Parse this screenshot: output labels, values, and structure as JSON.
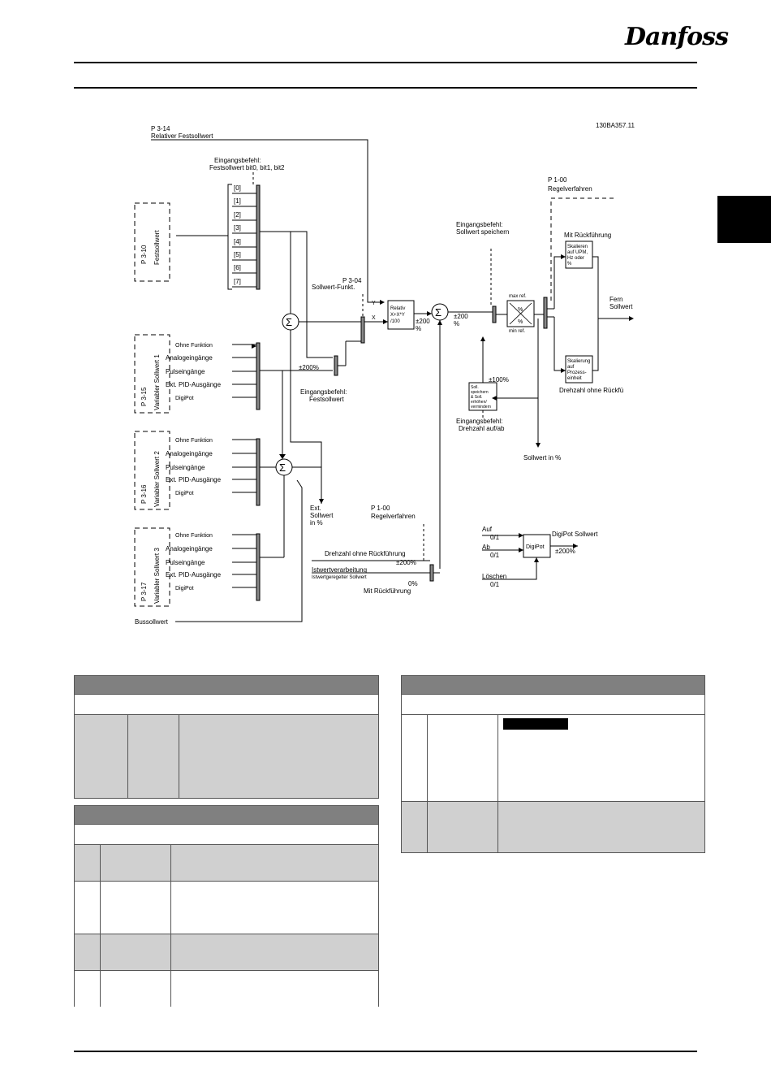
{
  "header": {
    "brand": "Danfoss"
  },
  "diagram": {
    "figure_id": "130BA357.11",
    "p314": {
      "param": "P 3-14",
      "label": "Relativer Festsollwert"
    },
    "preset_cmd": {
      "title": "Eingangsbefehl:",
      "label": "Festsollwert bit0, bit1, bit2"
    },
    "preset_slots": [
      "[0]",
      "[1]",
      "[2]",
      "[3]",
      "[4]",
      "[5]",
      "[6]",
      "[7]"
    ],
    "p310": {
      "param": "P 3-10",
      "label": "Festsollwert"
    },
    "p304": {
      "param": "P 3-04",
      "label": "Sollwert-Funkt."
    },
    "relative_block": [
      "Relativ",
      "X+X*Y",
      "/100"
    ],
    "xy": {
      "y": "Y",
      "x": "X"
    },
    "pct200": "±200",
    "pct_sign": "%",
    "pct200_full": "±200%",
    "preset_in": {
      "title": "Eingangsbefehl:",
      "label": "Festsollwert"
    },
    "freeze_ref": {
      "title": "Eingangsbefehl:",
      "label": "Sollwert speichern"
    },
    "maxref": "max ref.",
    "minref": "min ref.",
    "p100_top": {
      "param": "P 1-00",
      "label": "Regelverfahren"
    },
    "mit_rueck": "Mit Rückführung",
    "scale_upm": [
      "Skalieren",
      "auf UPM,",
      "Hz oder",
      "%"
    ],
    "scale_proc": [
      "Skalierung",
      "auf",
      "Prozess-",
      "einheit"
    ],
    "fern": [
      "Fern",
      "Sollwert"
    ],
    "ohne_rueck": "Drehzahl ohne Rückfü",
    "pct100": "±100%",
    "freeze_block": [
      "Soll.",
      "speichern",
      "& Soll.",
      "erhöhen/",
      "vermindern"
    ],
    "speed_cmd": {
      "title": "Eingangsbefehl:",
      "label": "Drehzahl auf/ab"
    },
    "sollwert_pct": "Sollwert in %",
    "var_sources": [
      "Ohne Funktion",
      "Analogeingänge",
      "Pulseingänge",
      "Ext. PID-Ausgänge",
      "DigiPot"
    ],
    "p315": {
      "param": "P 3-15",
      "label": "Variabler Sollwert 1"
    },
    "p316": {
      "param": "P 3-16",
      "label": "Variabler Sollwert 2"
    },
    "p317": {
      "param": "P 3-17",
      "label": "Variabler Sollwert 3"
    },
    "ext_sollwert": [
      "Ext.",
      "Sollwert",
      "in %"
    ],
    "p100_bottom": {
      "param": "P 1-00",
      "label": "Regelverfahren"
    },
    "bottom_mux": {
      "ohne": "Drehzahl ohne Rückführung",
      "pct200": "±200%",
      "ist": "Istwertverarbeitung",
      "ist_sub": "Istwertgeregelter Sollwert",
      "pct0": "0%",
      "mit": "Mit Rückführung"
    },
    "bussollwert": "Bussollwert",
    "digipot": {
      "auf": "Auf",
      "ab": "Ab",
      "loeschen": "Löschen",
      "zero_one": "0/1",
      "block": "DigiPot",
      "out": "DigiPot Sollwert",
      "pct": "±200%"
    }
  }
}
